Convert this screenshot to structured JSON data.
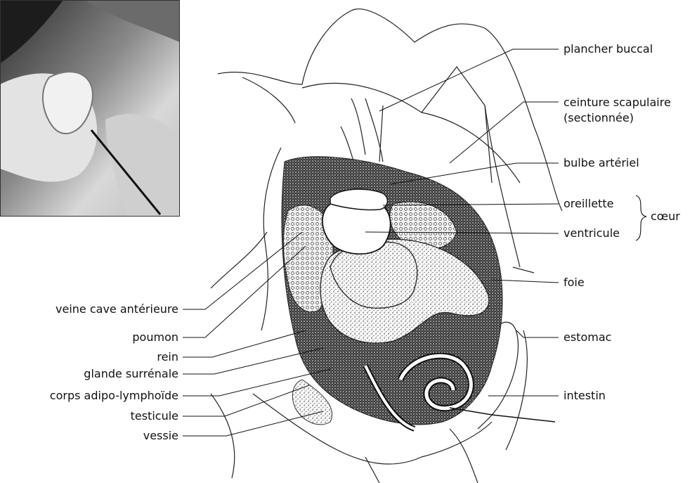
{
  "labels": {
    "right": {
      "plancher_buccal": "plancher buccal",
      "ceinture_line1": "ceinture scapulaire",
      "ceinture_line2": "(sectionnée)",
      "bulbe_arteriel": "bulbe artériel",
      "oreillette": "oreillette",
      "ventricule": "ventricule",
      "coeur": "cœur",
      "foie": "foie",
      "estomac": "estomac",
      "intestin": "intestin"
    },
    "left": {
      "veine_cave": "veine cave antérieure",
      "poumon": "poumon",
      "rein": "rein",
      "glande": "glande surrénale",
      "corps": "corps adipo-lymphoïde",
      "testicule": "testicule",
      "vessie": "vessie"
    }
  }
}
